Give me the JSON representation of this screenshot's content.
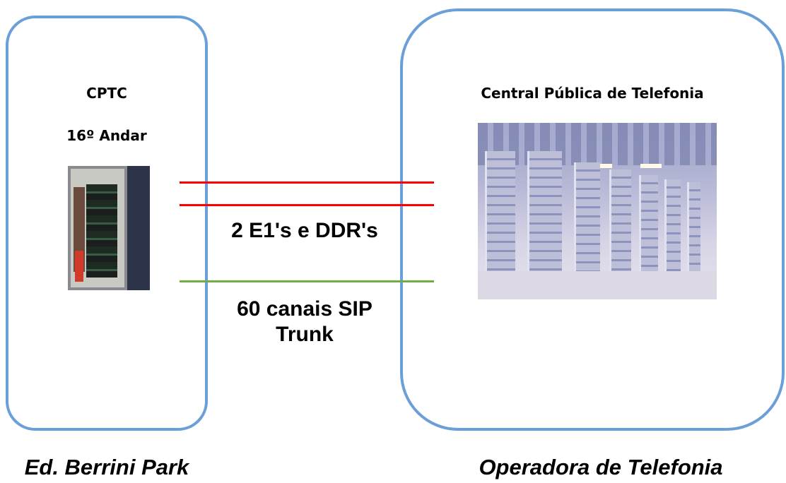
{
  "left_site": {
    "title": "CPTC",
    "floor": "16º Andar",
    "caption": "Ed. Berrini Park"
  },
  "right_site": {
    "title": "Central Pública de Telefonia",
    "caption": "Operadora de Telefonia"
  },
  "links": [
    {
      "label": "2 E1's e DDR's",
      "color": "#ff0000",
      "count": 2
    },
    {
      "label": "60 canais SIP Trunk",
      "color": "#70ad47",
      "count": 1
    }
  ],
  "colors": {
    "box_border": "#6a9fd8",
    "e1_line": "#ff0000",
    "sip_line": "#70ad47"
  },
  "icons": {
    "left_photo": "pbx-cabinet-photo",
    "right_photo": "telephone-exchange-photo"
  }
}
